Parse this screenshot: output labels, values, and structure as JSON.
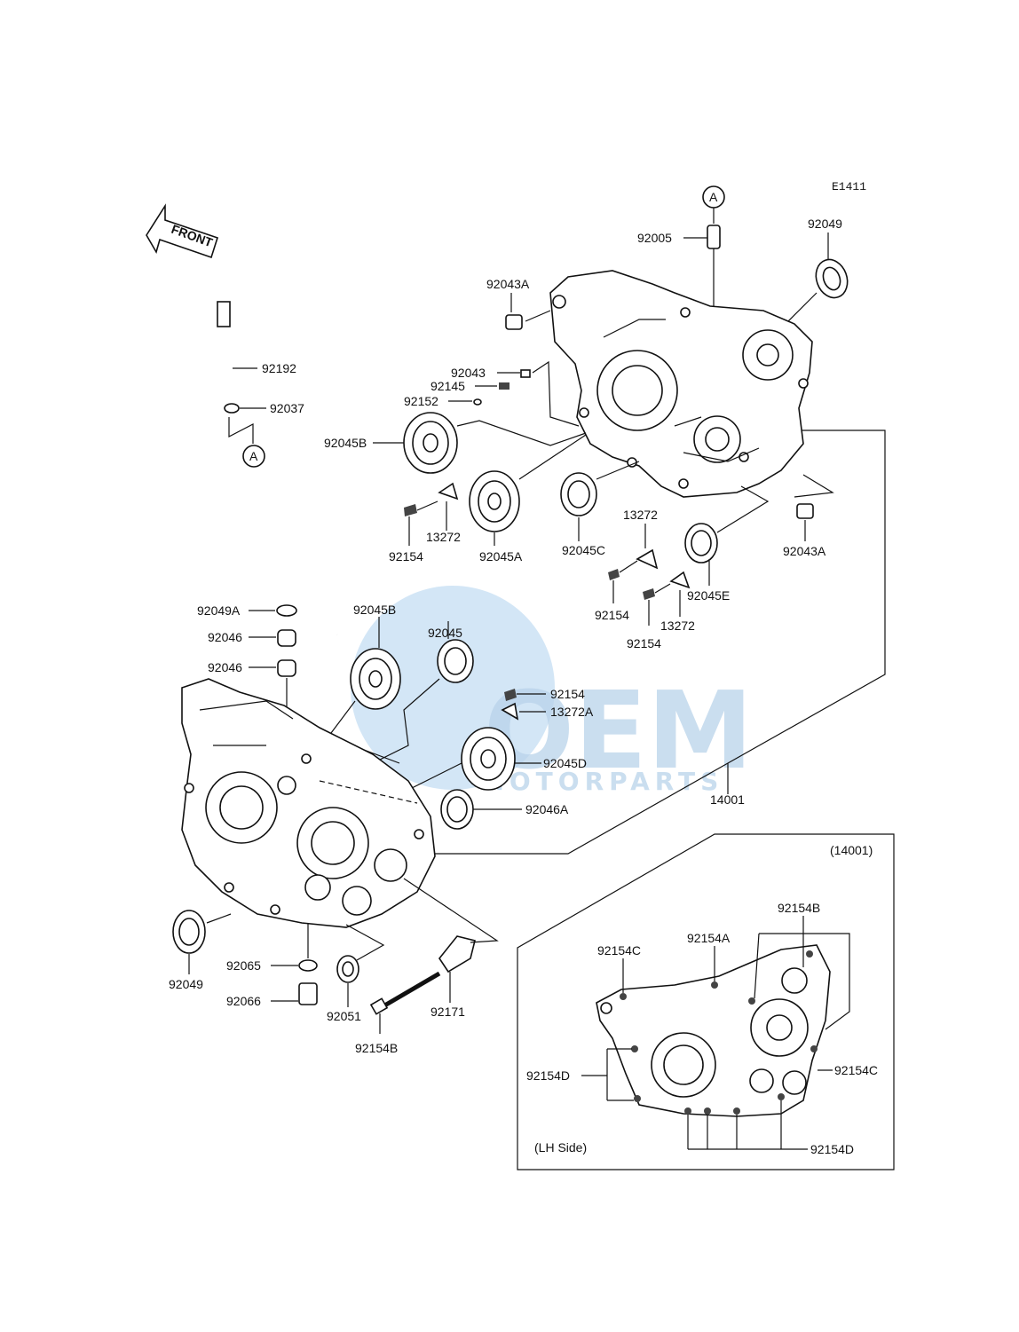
{
  "diagram_code": "E1411",
  "front_label": "FRONT",
  "callout_letter": "A",
  "inset": {
    "title": "(14001)",
    "side": "(LH Side)"
  },
  "watermark": {
    "brand": "OEM",
    "sub": "MOTORPARTS"
  },
  "labels": {
    "p92005": "92005",
    "p92049_top": "92049",
    "p92043a_top": "92043A",
    "p92192": "92192",
    "p92037": "92037",
    "p92043": "92043",
    "p92145": "92145",
    "p92152": "92152",
    "p92045b_top": "92045B",
    "p13272_a": "13272",
    "p92154_a": "92154",
    "p92045a": "92045A",
    "p92045c": "92045C",
    "p13272_b": "13272",
    "p92043a_right": "92043A",
    "p92045e": "92045E",
    "p92154_b": "92154",
    "p92154_c": "92154",
    "p13272_c": "13272",
    "p92049a": "92049A",
    "p92046_1": "92046",
    "p92046_2": "92046",
    "p92045b_mid": "92045B",
    "p92045": "92045",
    "p92154_d": "92154",
    "p13272a": "13272A",
    "p92045d": "92045D",
    "p92046a": "92046A",
    "p14001": "14001",
    "p92049_bot": "92049",
    "p92065": "92065",
    "p92066": "92066",
    "p92051": "92051",
    "p92154b_bot": "92154B",
    "p92171": "92171",
    "i92154b": "92154B",
    "i92154a": "92154A",
    "i92154c_l": "92154C",
    "i92154d_l": "92154D",
    "i92154c_r": "92154C",
    "i92154d_r": "92154D"
  }
}
